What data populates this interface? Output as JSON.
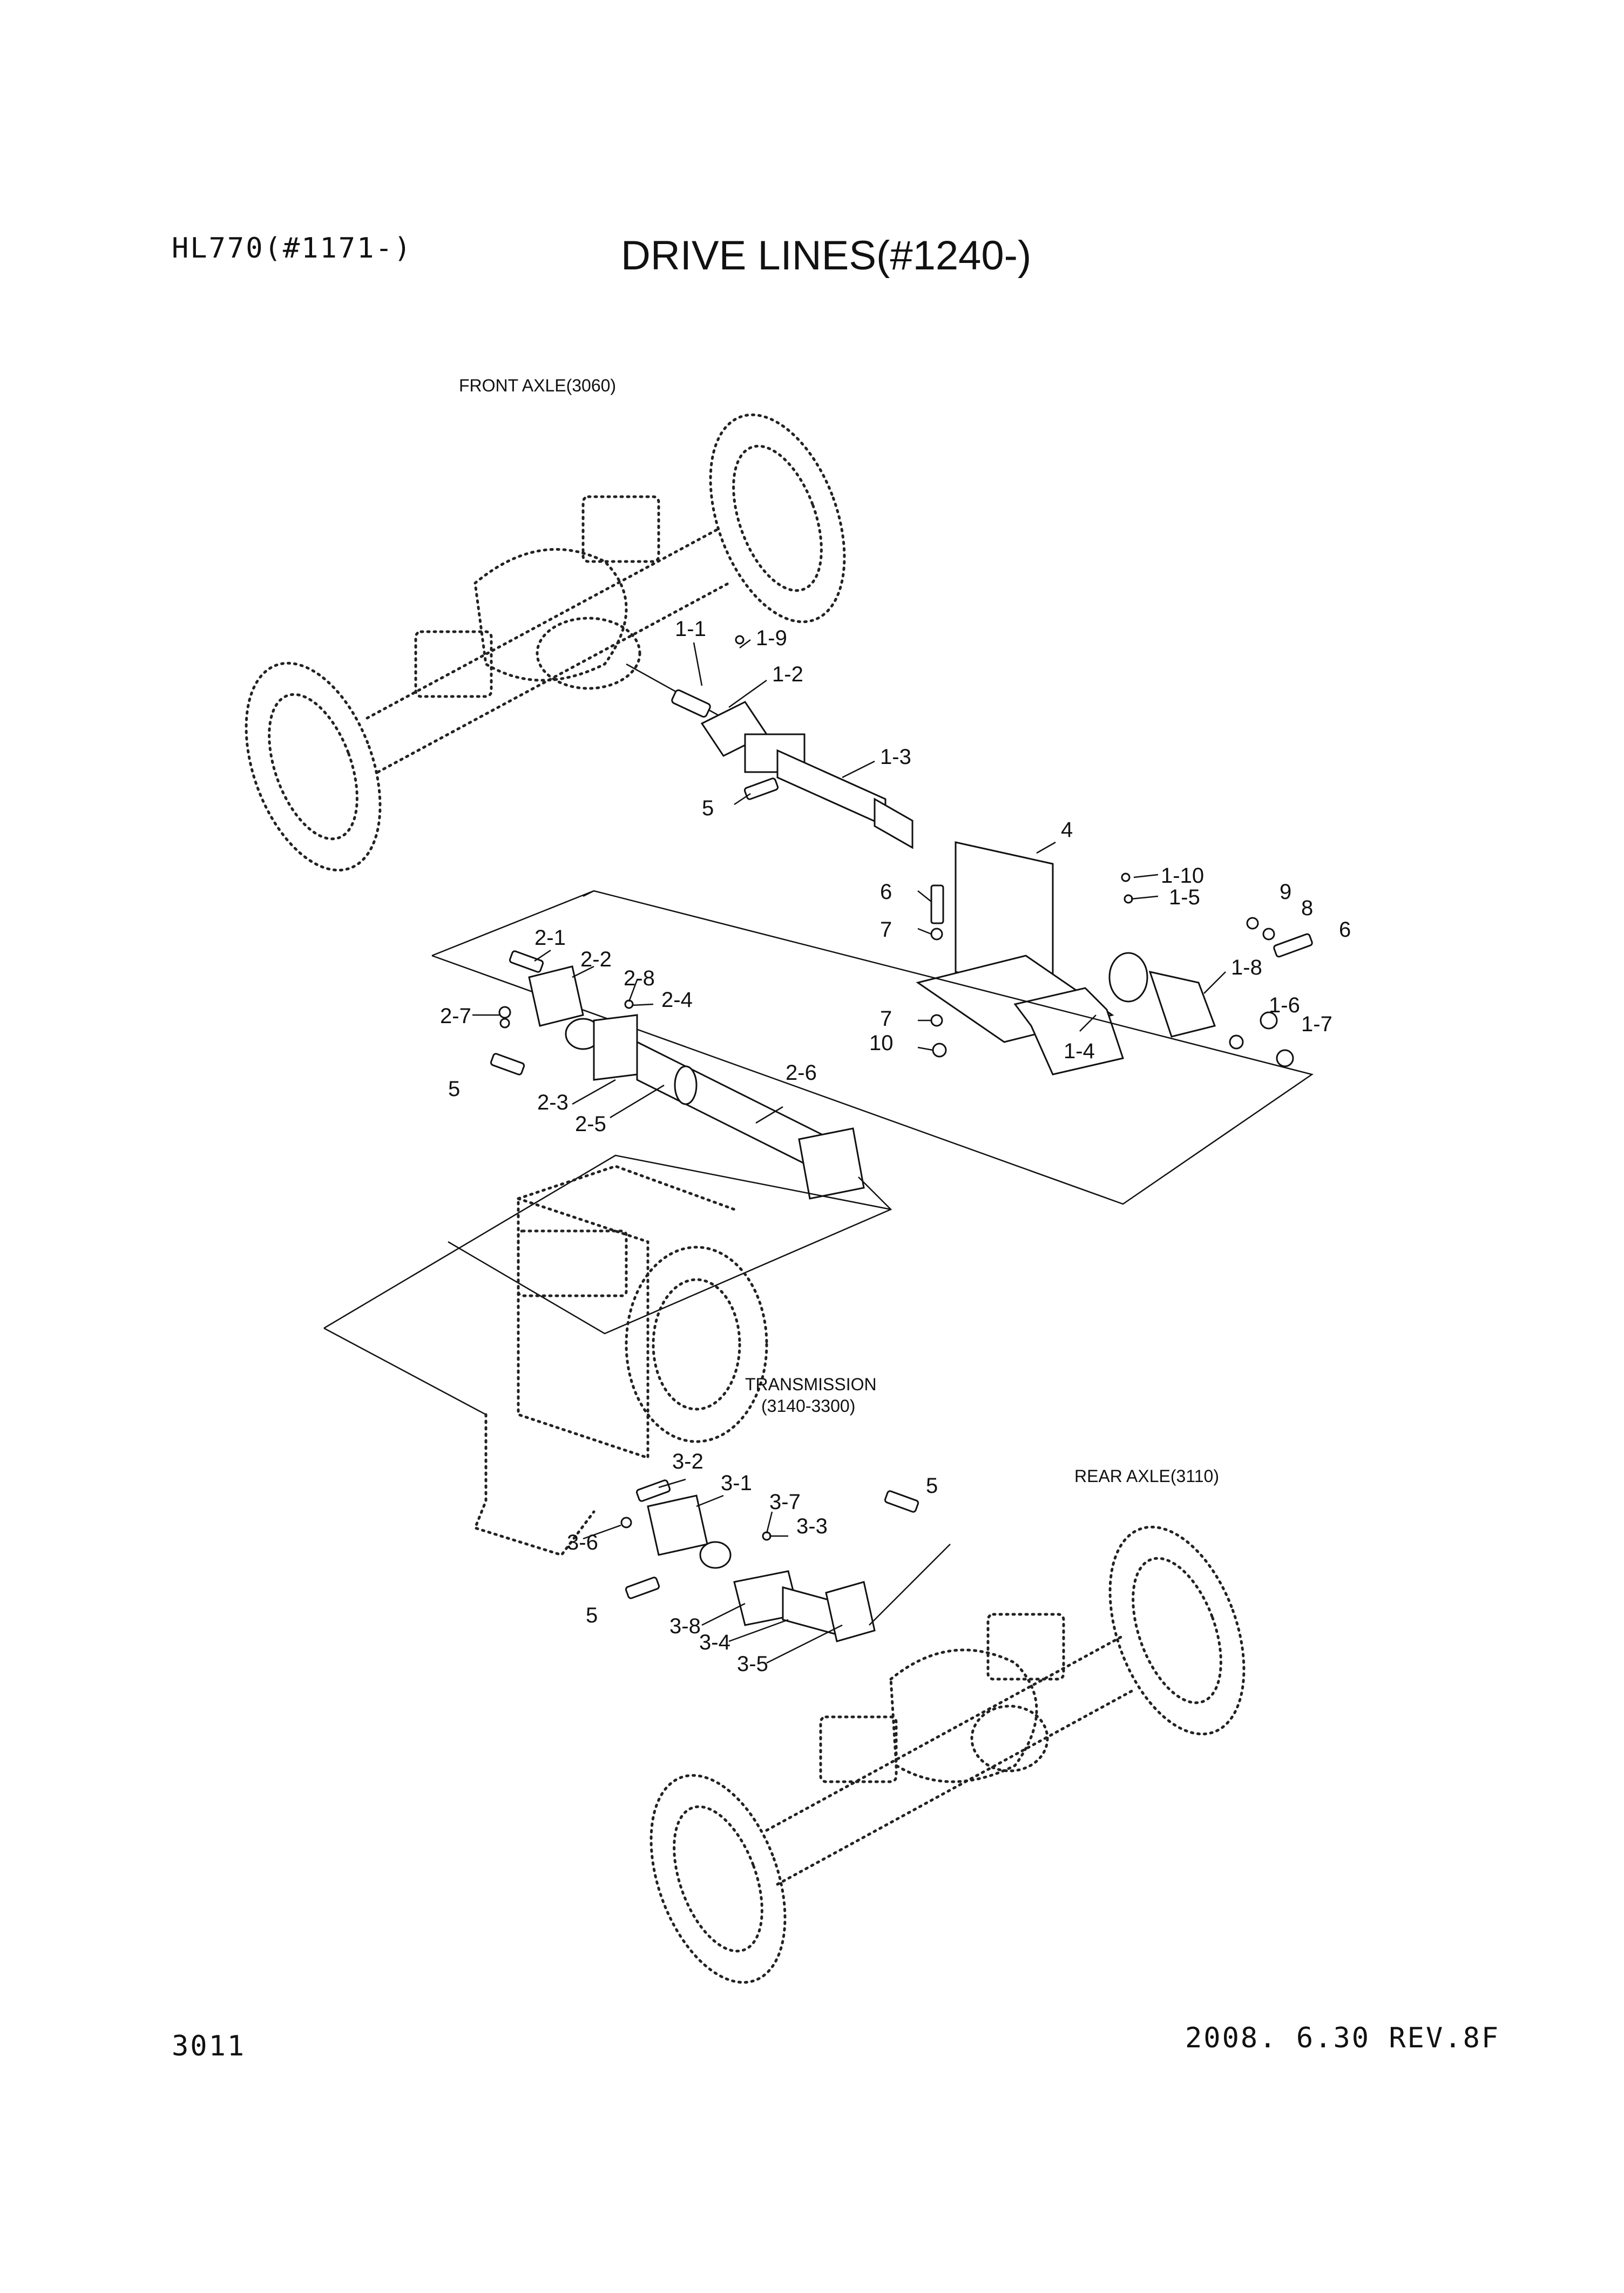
{
  "header": {
    "model": "HL770(#1171-)",
    "title": "DRIVE LINES(#1240-)"
  },
  "footer": {
    "page_number": "3011",
    "revision": "2008. 6.30  REV.8F"
  },
  "assemblies": {
    "front_axle": "FRONT AXLE(3060)",
    "transmission_line1": "TRANSMISSION",
    "transmission_line2": "(3140-3300)",
    "rear_axle": "REAR AXLE(3110)"
  },
  "callouts": [
    "1-1",
    "1-9",
    "1-2",
    "1-3",
    "5",
    "4",
    "1-10",
    "1-5",
    "6",
    "7",
    "9",
    "8",
    "6",
    "1-8",
    "7",
    "10",
    "1-4",
    "1-6",
    "1-7",
    "2-1",
    "2-2",
    "2-8",
    "2-7",
    "2-4",
    "5",
    "2-3",
    "2-5",
    "2-6",
    "3-2",
    "3-1",
    "3-7",
    "3-3",
    "5",
    "3-6",
    "5",
    "3-8",
    "3-4",
    "3-5"
  ]
}
